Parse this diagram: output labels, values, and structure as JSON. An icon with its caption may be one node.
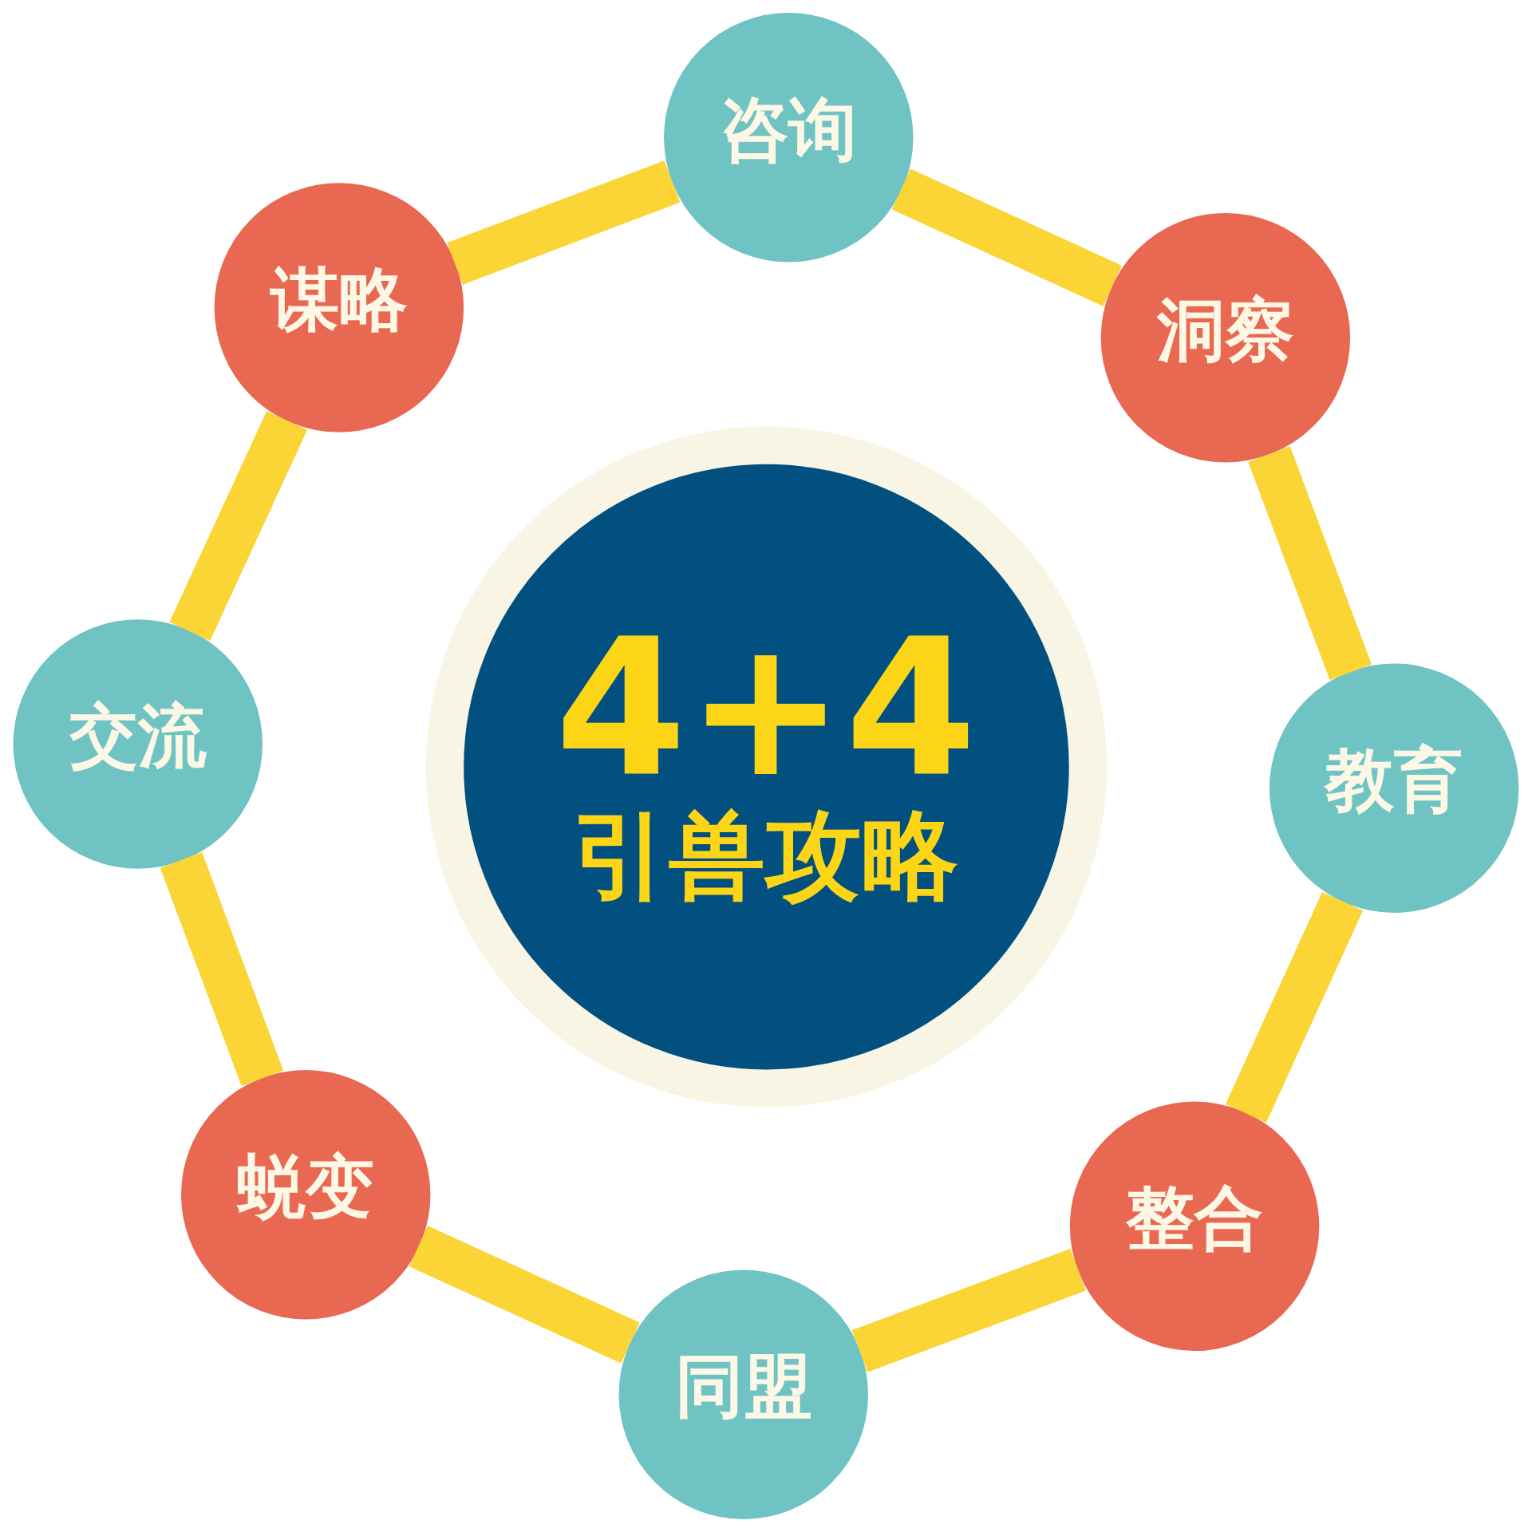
{
  "diagram": {
    "nodes": [
      {
        "text": [
          "4+4",
          "引兽攻略"
        ]
      },
      {
        "text": [
          "教育"
        ]
      },
      {
        "text": [
          "洞察"
        ]
      },
      {
        "text": [
          "咨询"
        ]
      },
      {
        "text": [
          "谋略"
        ]
      },
      {
        "text": [
          "交流"
        ]
      },
      {
        "text": [
          "蜕变"
        ]
      },
      {
        "text": [
          "同盟"
        ]
      },
      {
        "text": [
          "整合"
        ]
      }
    ],
    "edges": [
      {
        "from": 1,
        "to": 2,
        "arrow": "none"
      },
      {
        "from": 2,
        "to": 3,
        "arrow": "none"
      },
      {
        "from": 3,
        "to": 4,
        "arrow": "none"
      },
      {
        "from": 4,
        "to": 5,
        "arrow": "none"
      },
      {
        "from": 5,
        "to": 6,
        "arrow": "none"
      },
      {
        "from": 6,
        "to": 7,
        "arrow": "none"
      },
      {
        "from": 7,
        "to": 8,
        "arrow": "none"
      },
      {
        "from": 8,
        "to": 1,
        "arrow": "none"
      }
    ]
  }
}
